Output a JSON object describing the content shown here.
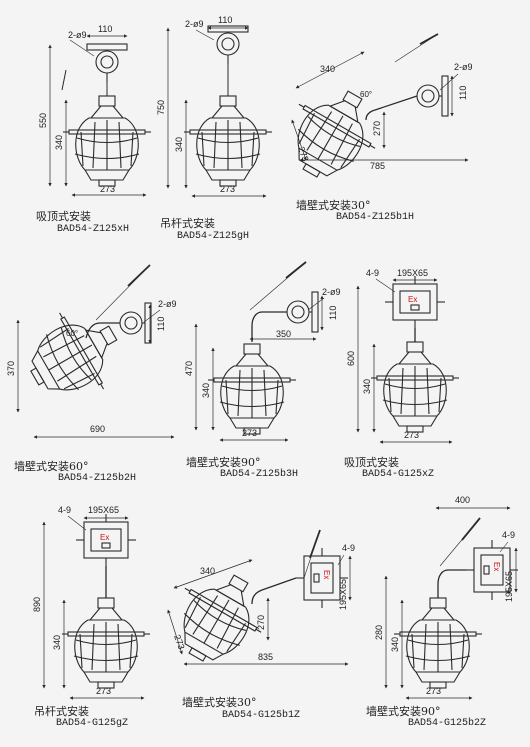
{
  "colors": {
    "line": "#2a2a2a",
    "ex_mark": "#d01010",
    "paper": "#f4f4f4"
  },
  "figures": [
    {
      "id": "f1",
      "caption": "吸顶式安装",
      "model": "BAD54-Z125xH",
      "dims": {
        "holes": "2-ø9",
        "plate": "110",
        "total": "550",
        "body": "340",
        "width": "273"
      }
    },
    {
      "id": "f2",
      "caption": "吊杆式安装",
      "model": "BAD54-Z125gH",
      "dims": {
        "holes": "2-ø9",
        "plate": "110",
        "total": "750",
        "body": "340",
        "width": "273"
      }
    },
    {
      "id": "f3",
      "caption": "墙壁式安装30°",
      "model": "BAD54-Z125b1H",
      "dims": {
        "holes": "2-ø9",
        "plate": "110",
        "arm": "340",
        "angle": "60°",
        "body": "270",
        "width": "273",
        "span": "785"
      }
    },
    {
      "id": "f4",
      "caption": "墙壁式安装60°",
      "model": "BAD54-Z125b2H",
      "dims": {
        "holes": "2-ø9",
        "plate": "110",
        "angle": "60°",
        "height": "370",
        "span": "690"
      }
    },
    {
      "id": "f5",
      "caption": "墙壁式安装90°",
      "model": "BAD54-Z125b3H",
      "dims": {
        "holes": "2-ø9",
        "plate": "110",
        "arm": "350",
        "total": "470",
        "body": "340",
        "width": "273"
      }
    },
    {
      "id": "f6",
      "caption": "吸顶式安装",
      "model": "BAD54-G125xZ",
      "dims": {
        "holes": "4-9",
        "box": "195X65",
        "ex": "Ex",
        "total": "600",
        "body": "340",
        "width": "273"
      }
    },
    {
      "id": "f7",
      "caption": "吊杆式安装",
      "model": "BAD54-G125gZ",
      "dims": {
        "holes": "4-9",
        "box": "195X65",
        "ex": "Ex",
        "total": "890",
        "body": "340",
        "width": "273"
      }
    },
    {
      "id": "f8",
      "caption": "墙壁式安装30°",
      "model": "BAD54-G125b1Z",
      "dims": {
        "holes": "4-9",
        "box": "195X65",
        "ex": "Ex",
        "arm": "340",
        "body": "270",
        "width": "273",
        "span": "835"
      }
    },
    {
      "id": "f9",
      "caption": "墙壁式安装90°",
      "model": "BAD54-G125b2Z",
      "dims": {
        "holes": "4-9",
        "box": "195X65",
        "ex": "Ex",
        "span": "400",
        "total": "280",
        "body": "340",
        "width": "273"
      }
    }
  ]
}
